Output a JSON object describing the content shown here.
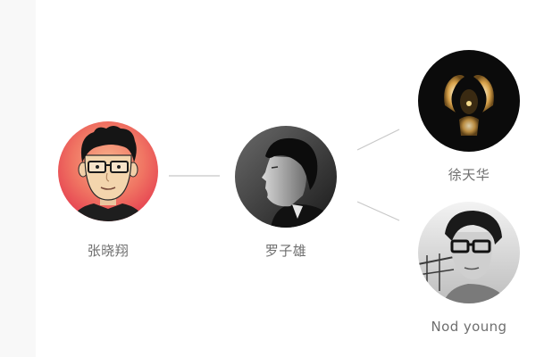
{
  "people": {
    "root": {
      "name": "张晓翔",
      "icon": "cartoon-man-avatar"
    },
    "middle": {
      "name": "罗子雄",
      "icon": "man-profile-photo"
    },
    "top_right": {
      "name": "徐天华",
      "icon": "abstract-figure-photo"
    },
    "bottom_right": {
      "name": "Nod young",
      "icon": "man-glasses-photo"
    }
  },
  "colors": {
    "line": "#c8c8c8",
    "label": "#6f6f6f",
    "root_bg_inner": "#f59f7f",
    "root_bg_outer": "#e7394c"
  }
}
